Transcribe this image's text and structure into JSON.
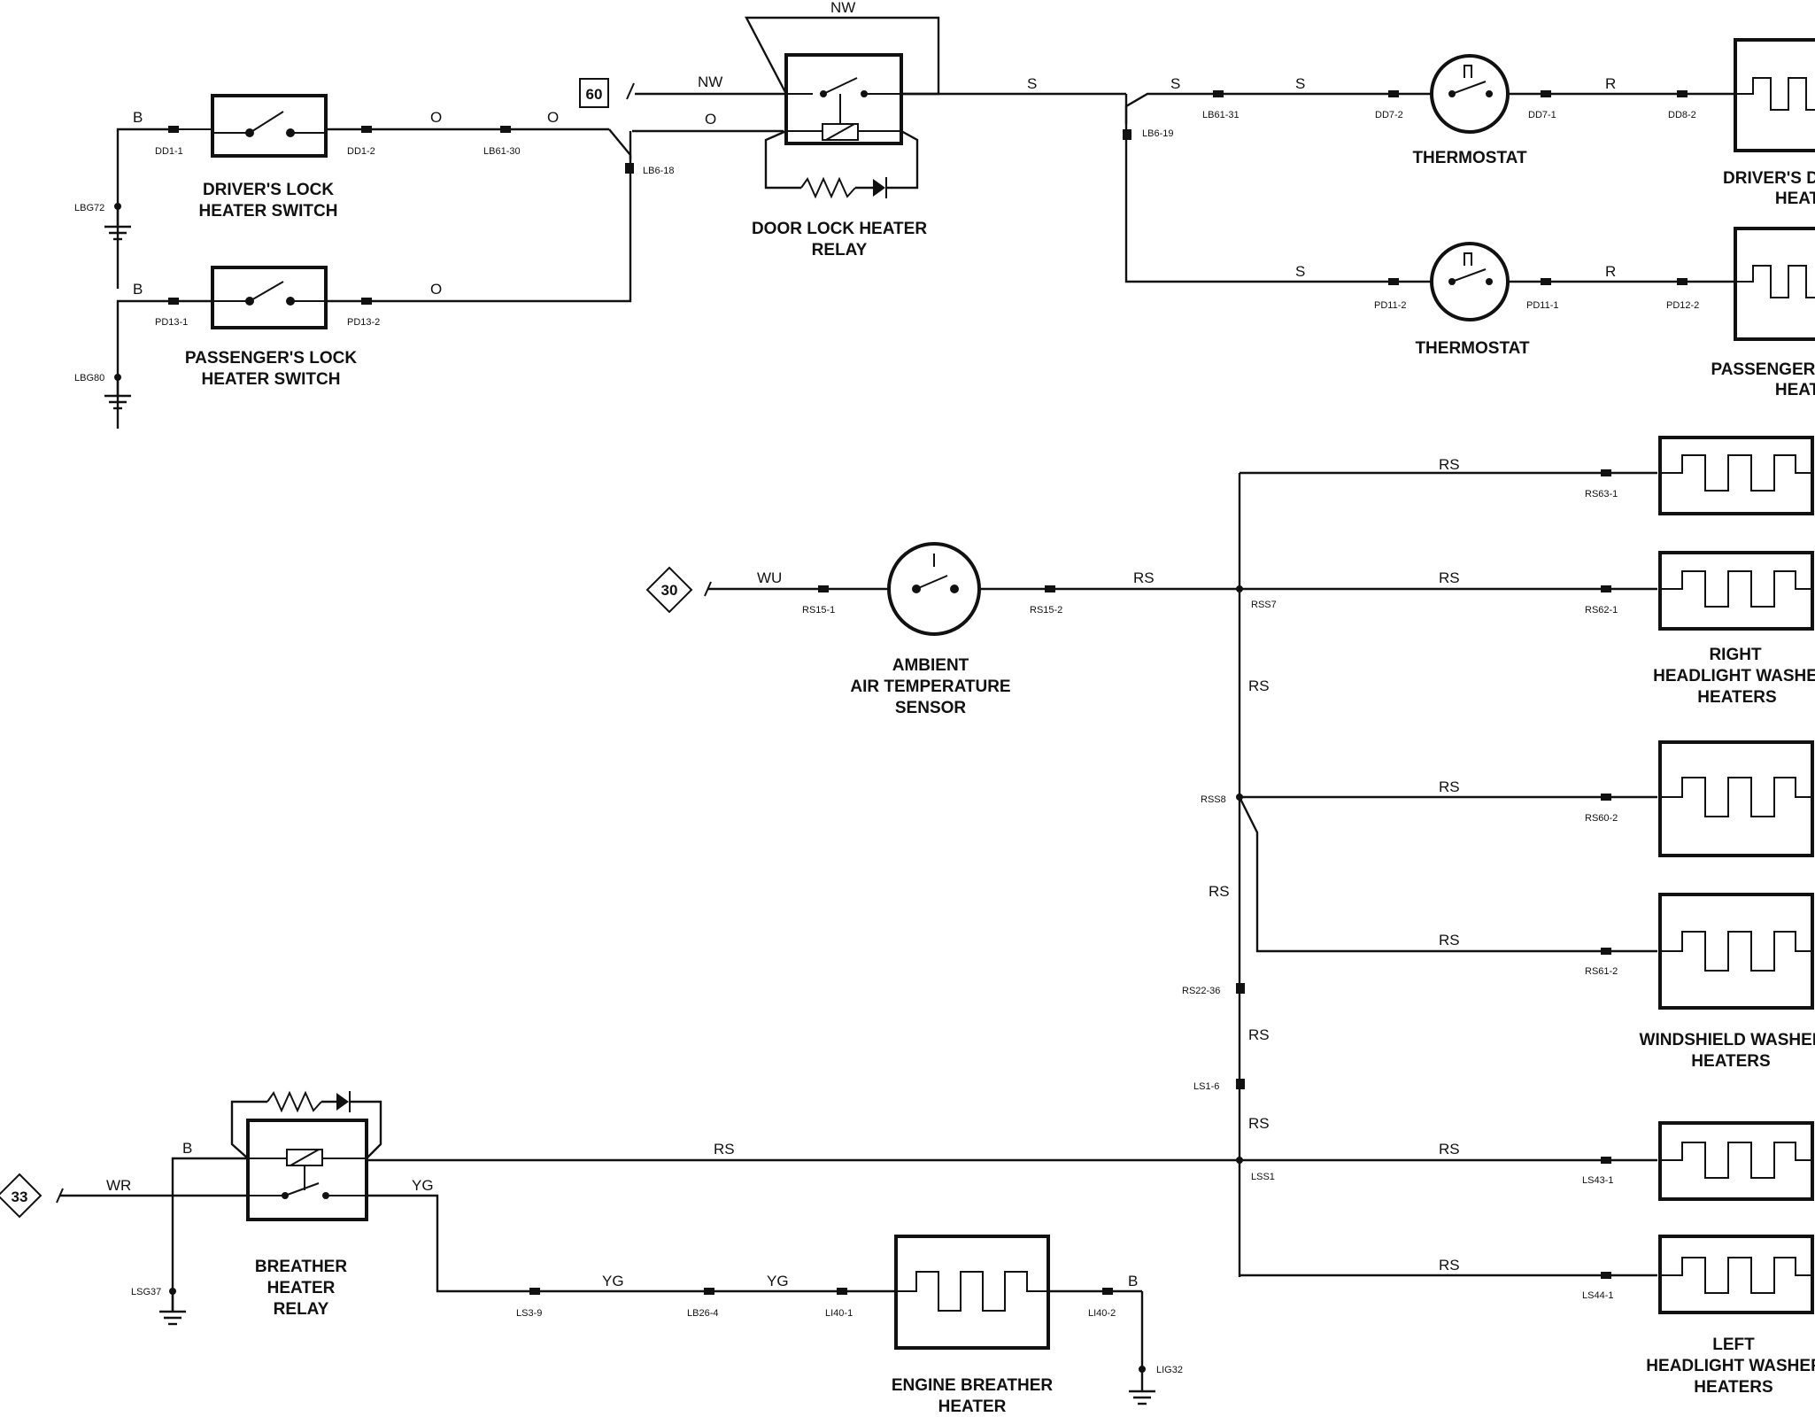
{
  "components": {
    "drivers_lock_switch": [
      "DRIVER'S LOCK",
      "HEATER SWITCH"
    ],
    "passengers_lock_switch": [
      "PASSENGER'S LOCK",
      "HEATER SWITCH"
    ],
    "door_lock_relay": [
      "DOOR LOCK HEATER",
      "RELAY"
    ],
    "thermostat_1": "THERMOSTAT",
    "thermostat_2": "THERMOSTAT",
    "drivers_door_heater": [
      "DRIVER'S D",
      "HEAT"
    ],
    "passengers_door_heater": [
      "PASSENGER'S",
      "HEAT"
    ],
    "ambient_sensor": [
      "AMBIENT",
      "AIR TEMPERATURE",
      "SENSOR"
    ],
    "right_headlight_washer": [
      "RIGHT",
      "HEADLIGHT WASHE",
      "HEATERS"
    ],
    "windshield_washer": [
      "WINDSHIELD WASHEF",
      "HEATERS"
    ],
    "left_headlight_washer": [
      "LEFT",
      "HEADLIGHT WASHEF",
      "HEATERS"
    ],
    "breather_relay": [
      "BREATHER",
      "HEATER",
      "RELAY"
    ],
    "engine_breather_heater": [
      "ENGINE BREATHER",
      "HEATER"
    ]
  },
  "refs": {
    "r60": "60",
    "r30": "30",
    "r33": "33"
  },
  "wire_colors": {
    "b": "B",
    "o": "O",
    "nw": "NW",
    "s": "S",
    "r": "R",
    "wu": "WU",
    "rs": "RS",
    "wr": "WR",
    "yg": "YG"
  },
  "connectors": {
    "dd1_1": "DD1-1",
    "dd1_2": "DD1-2",
    "lb61_30": "LB61-30",
    "lb6_18": "LB6-18",
    "pd13_1": "PD13-1",
    "pd13_2": "PD13-2",
    "lbg72": "LBG72",
    "lbg80": "LBG80",
    "lb6_19": "LB6-19",
    "lb61_31": "LB61-31",
    "dd7_2": "DD7-2",
    "dd7_1": "DD7-1",
    "dd8_2": "DD8-2",
    "pd11_2": "PD11-2",
    "pd11_1": "PD11-1",
    "pd12_2": "PD12-2",
    "rs15_1": "RS15-1",
    "rs15_2": "RS15-2",
    "rss7": "RSS7",
    "rs63_1": "RS63-1",
    "rs62_1": "RS62-1",
    "rss8": "RSS8",
    "rs60_2": "RS60-2",
    "rs61_2": "RS61-2",
    "rs22_36": "RS22-36",
    "ls1_6": "LS1-6",
    "lss1": "LSS1",
    "ls43_1": "LS43-1",
    "ls44_1": "LS44-1",
    "lsg37": "LSG37",
    "ls3_9": "LS3-9",
    "lb26_4": "LB26-4",
    "li40_1": "LI40-1",
    "li40_2": "LI40-2",
    "lig32": "LIG32"
  }
}
